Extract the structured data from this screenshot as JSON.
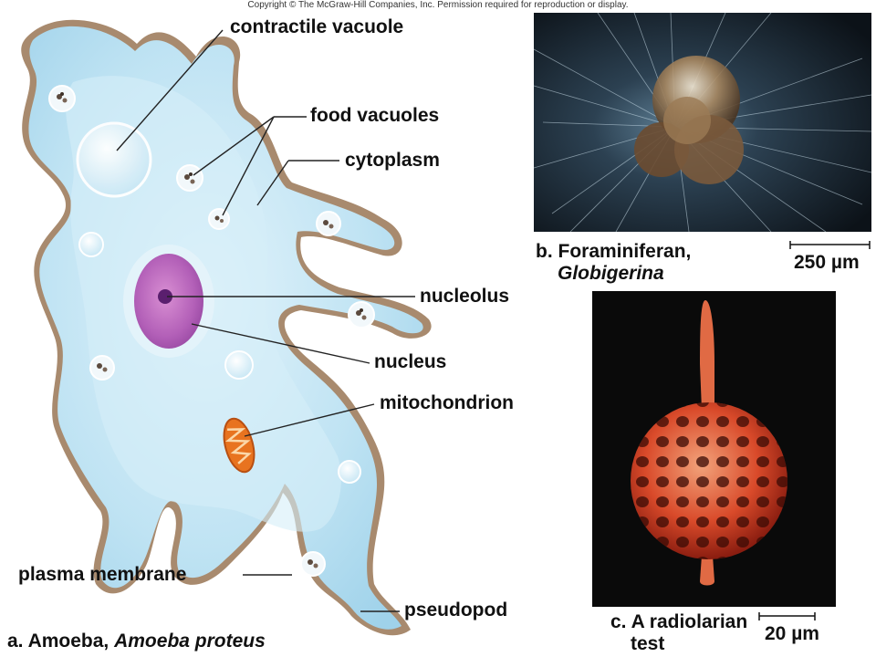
{
  "copyright": "Copyright © The McGraw-Hill Companies, Inc. Permission required for reproduction or display.",
  "amoeba": {
    "labels": {
      "contractile_vacuole": "contractile vacuole",
      "food_vacuoles": "food vacuoles",
      "cytoplasm": "cytoplasm",
      "nucleolus": "nucleolus",
      "nucleus": "nucleus",
      "mitochondrion": "mitochondrion",
      "plasma_membrane": "plasma membrane",
      "pseudopod": "pseudopod"
    },
    "caption_prefix": "a. Amoeba, ",
    "caption_species": "Amoeba proteus"
  },
  "foraminiferan": {
    "caption_line1": "b. Foraminiferan,",
    "caption_line2": "Globigerina",
    "scale": "250 µm"
  },
  "radiolarian": {
    "caption_line1": "c. A radiolarian",
    "caption_line2": "test",
    "scale": "20 µm"
  }
}
